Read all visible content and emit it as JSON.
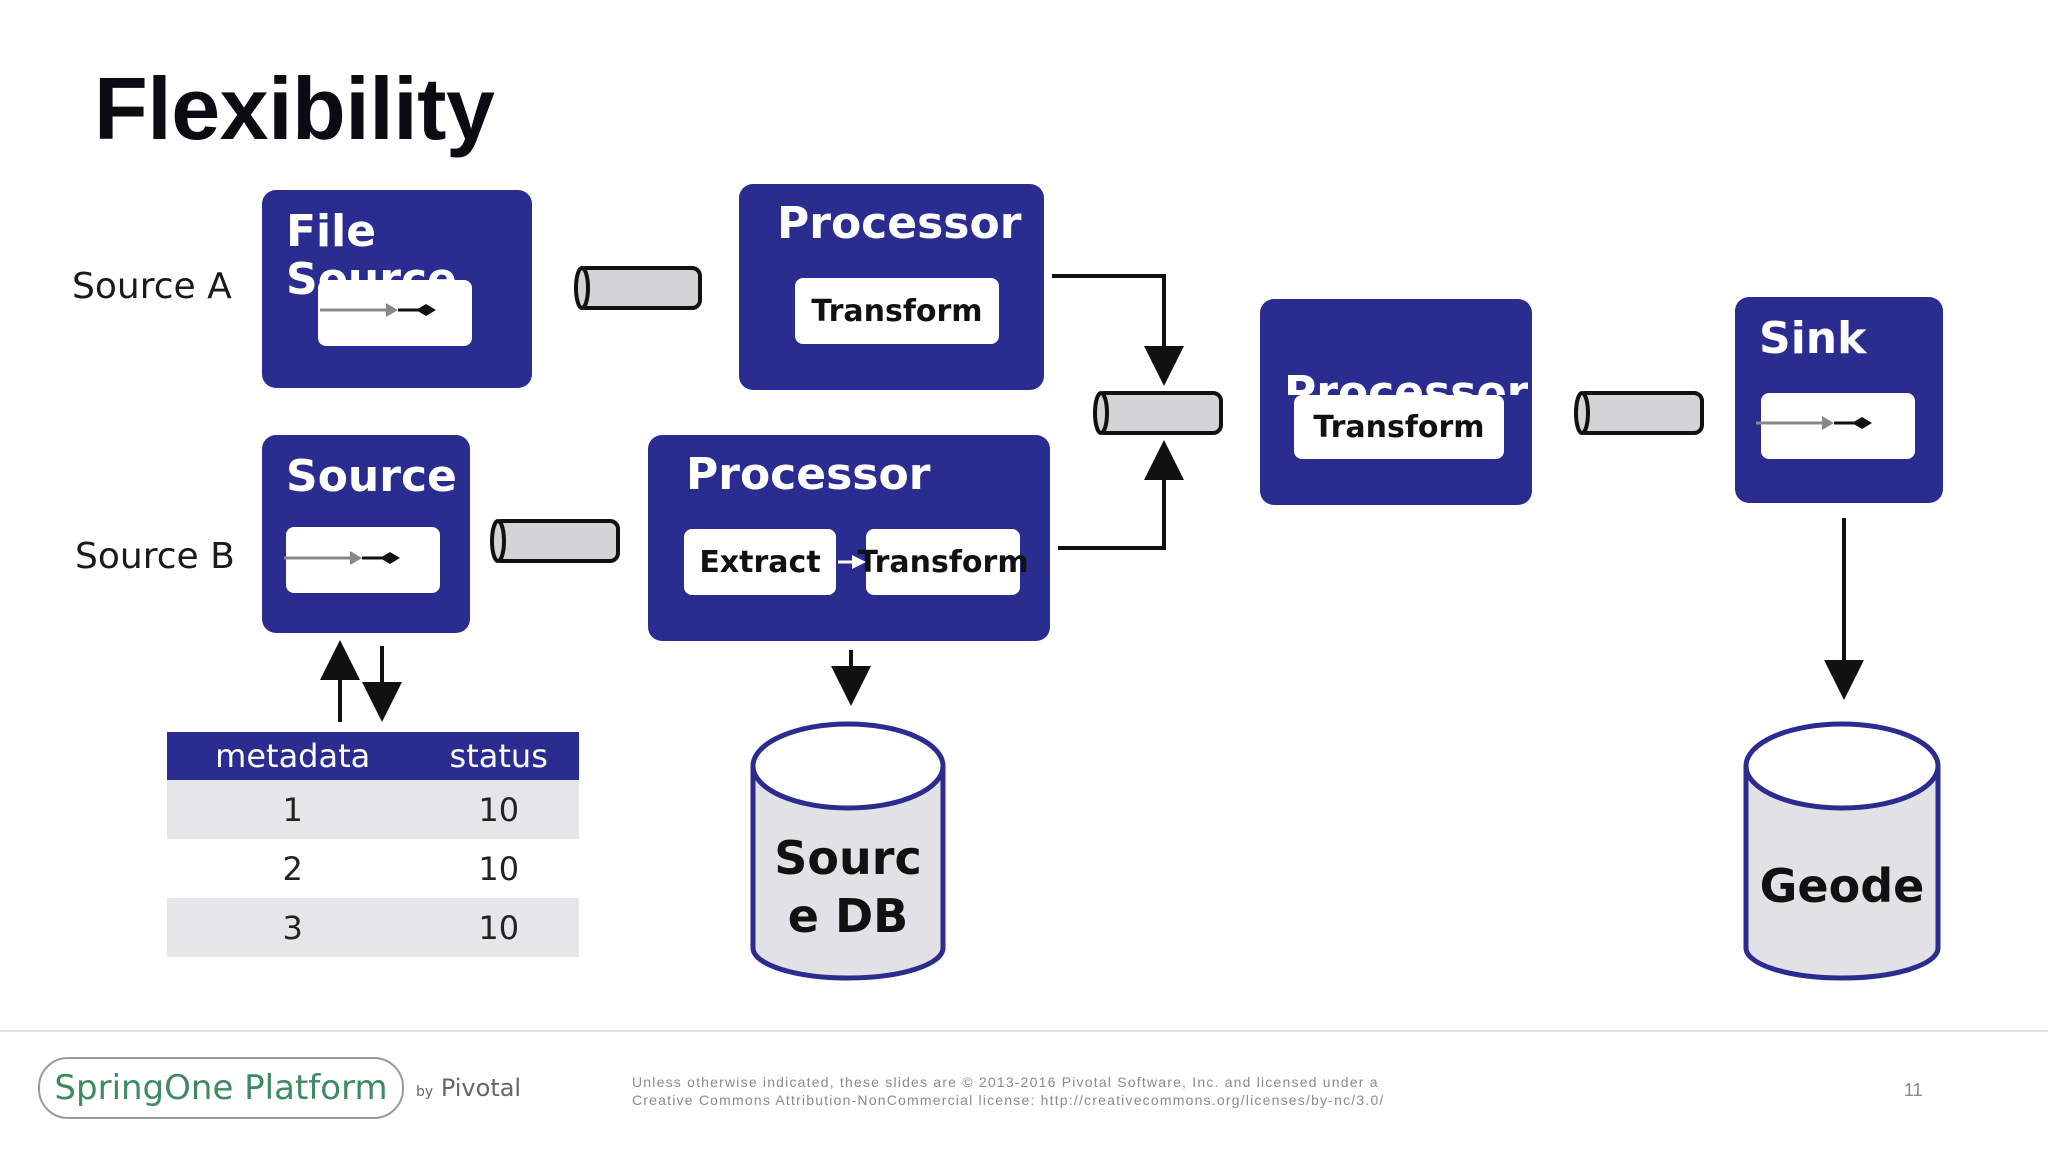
{
  "slide": {
    "title": "Flexibility",
    "page_number": "11"
  },
  "row_labels": {
    "source_a": "Source A",
    "source_b": "Source B"
  },
  "boxes": {
    "file_source": {
      "title": "File Source"
    },
    "source_b": {
      "title": "Source"
    },
    "processor_a": {
      "title": "Processor",
      "step": "Transform"
    },
    "processor_b": {
      "title": "Processor",
      "steps": [
        "Extract",
        "Transform"
      ]
    },
    "processor_merged": {
      "title": "Processor",
      "step": "Transform"
    },
    "sink": {
      "title": "Sink"
    }
  },
  "databases": {
    "source_db": {
      "line1": "Sourc",
      "line2": "e DB"
    },
    "geode": {
      "label": "Geode"
    }
  },
  "metadata_table": {
    "headers": [
      "metadata",
      "status"
    ],
    "rows": [
      [
        "1",
        "10"
      ],
      [
        "2",
        "10"
      ],
      [
        "3",
        "10"
      ]
    ]
  },
  "footer": {
    "logo": "SpringOne Platform",
    "by": "by",
    "vendor": "Pivotal",
    "legal_line1": "Unless otherwise indicated, these slides are © 2013-2016 Pivotal Software, Inc. and licensed under a",
    "legal_line2": "Creative Commons Attribution-NonCommercial license: http://creativecommons.org/licenses/by-nc/3.0/"
  },
  "colors": {
    "box": "#2b2c8f",
    "pipe": "#d4d4d6",
    "db_outline": "#2b2c8f"
  }
}
